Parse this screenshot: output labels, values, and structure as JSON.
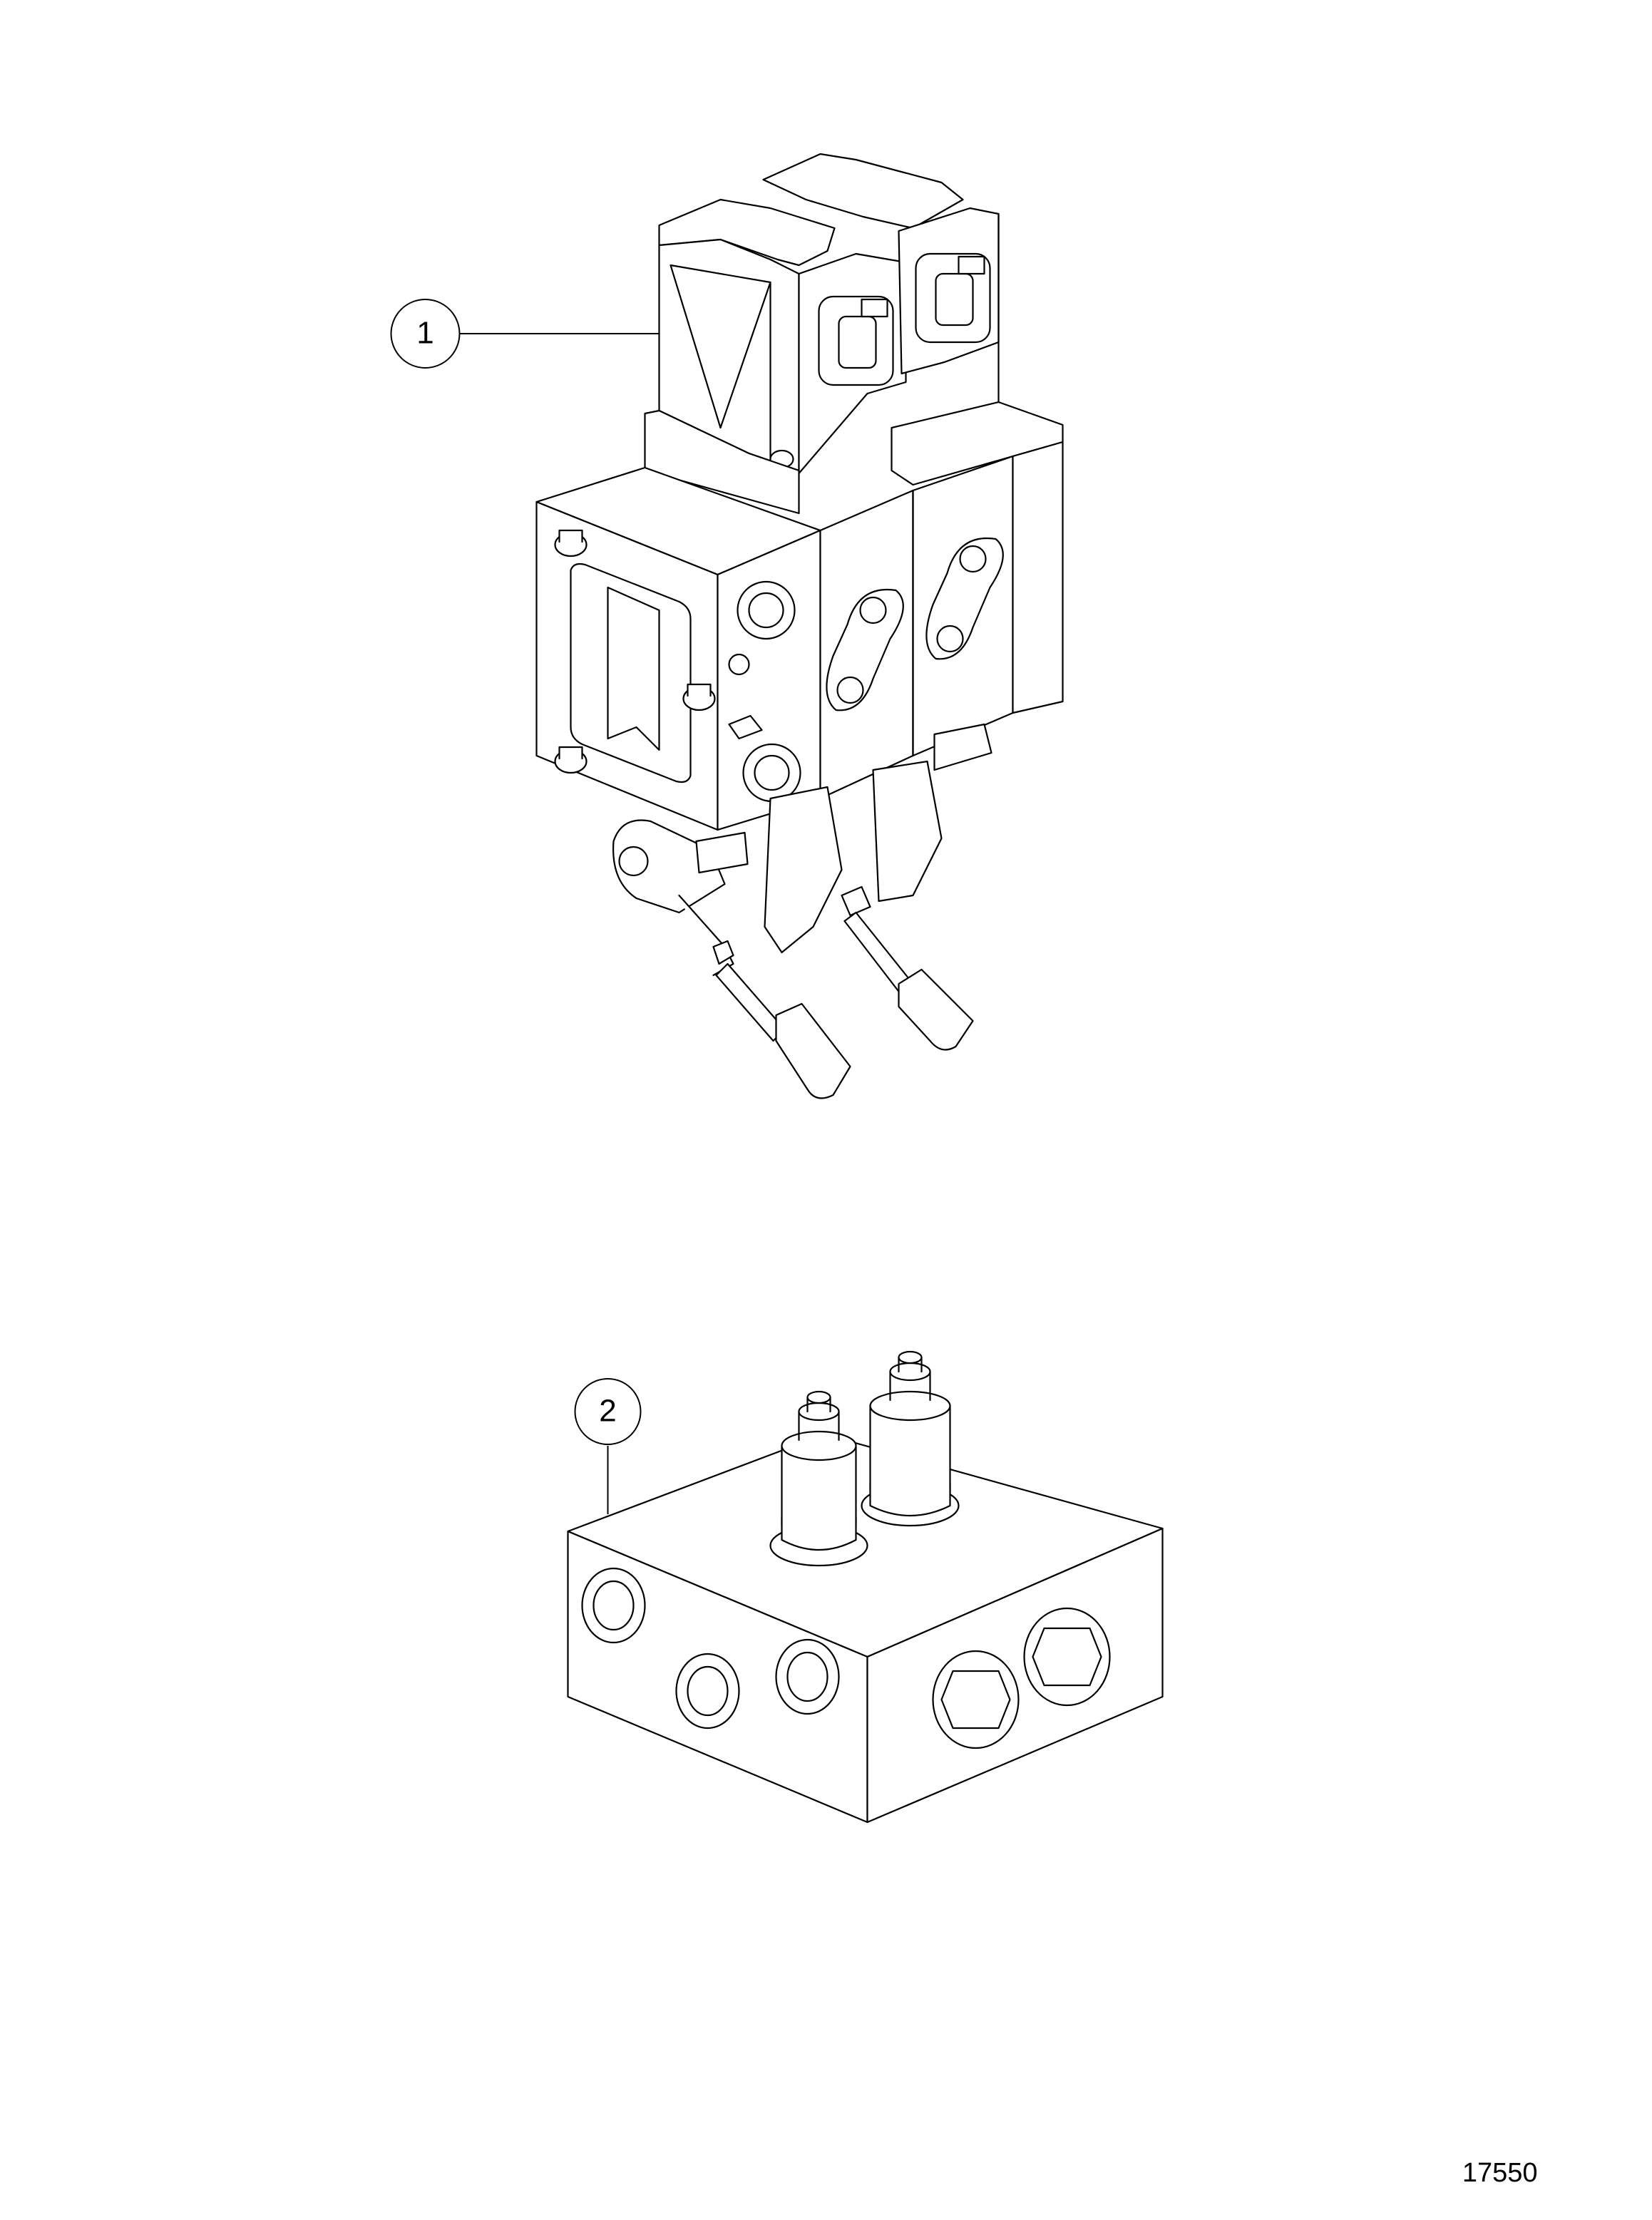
{
  "callouts": [
    {
      "number": "1"
    },
    {
      "number": "2"
    }
  ],
  "figure_number": "17550",
  "colors": {
    "line": "#000000",
    "background": "#ffffff"
  }
}
